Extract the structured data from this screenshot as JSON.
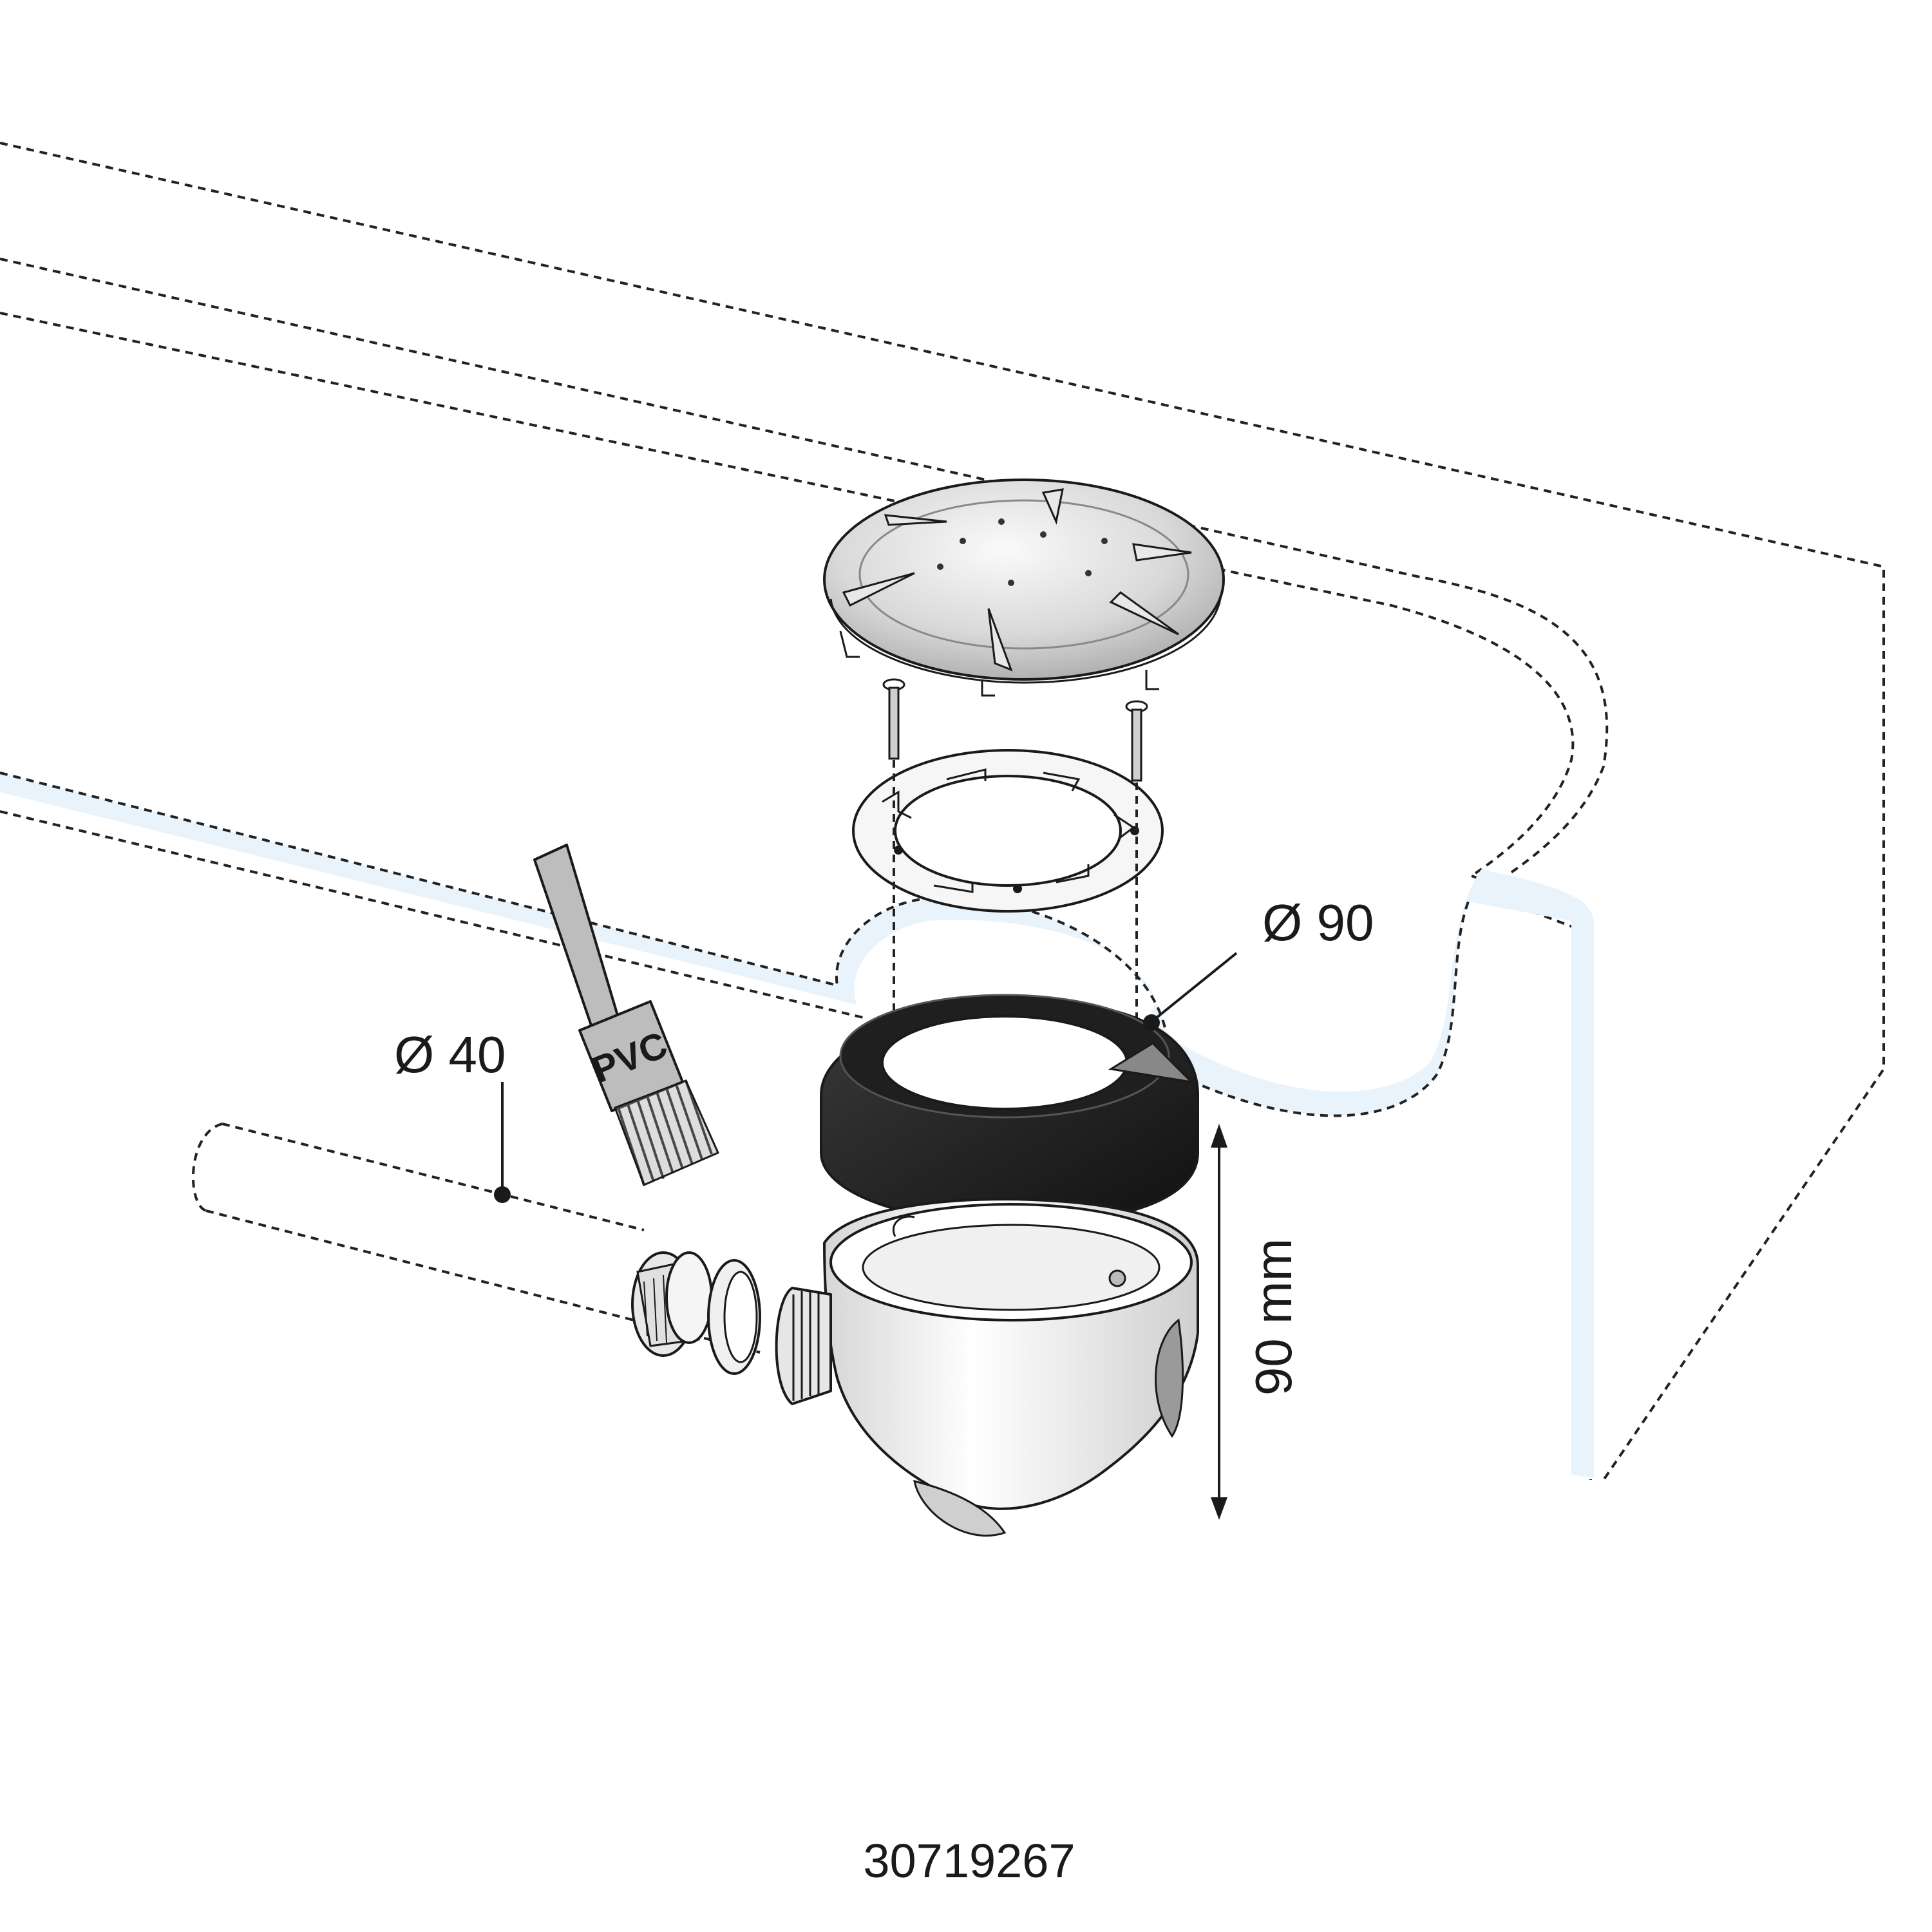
{
  "labels": {
    "seal_diameter": "Ø 90",
    "pipe_diameter": "Ø 40",
    "height": "90 mm",
    "brush": "PVC",
    "reference": "30719267"
  },
  "colors": {
    "pipe_fill": "#e9f3fb",
    "cover_light": "#eeeeee",
    "cover_dark": "#c4c4c4",
    "seal": "#1f1f1f",
    "brush_handle": "#bdbdbd",
    "body_fill": "#f7f7f7",
    "line": "#1a1a1a"
  }
}
